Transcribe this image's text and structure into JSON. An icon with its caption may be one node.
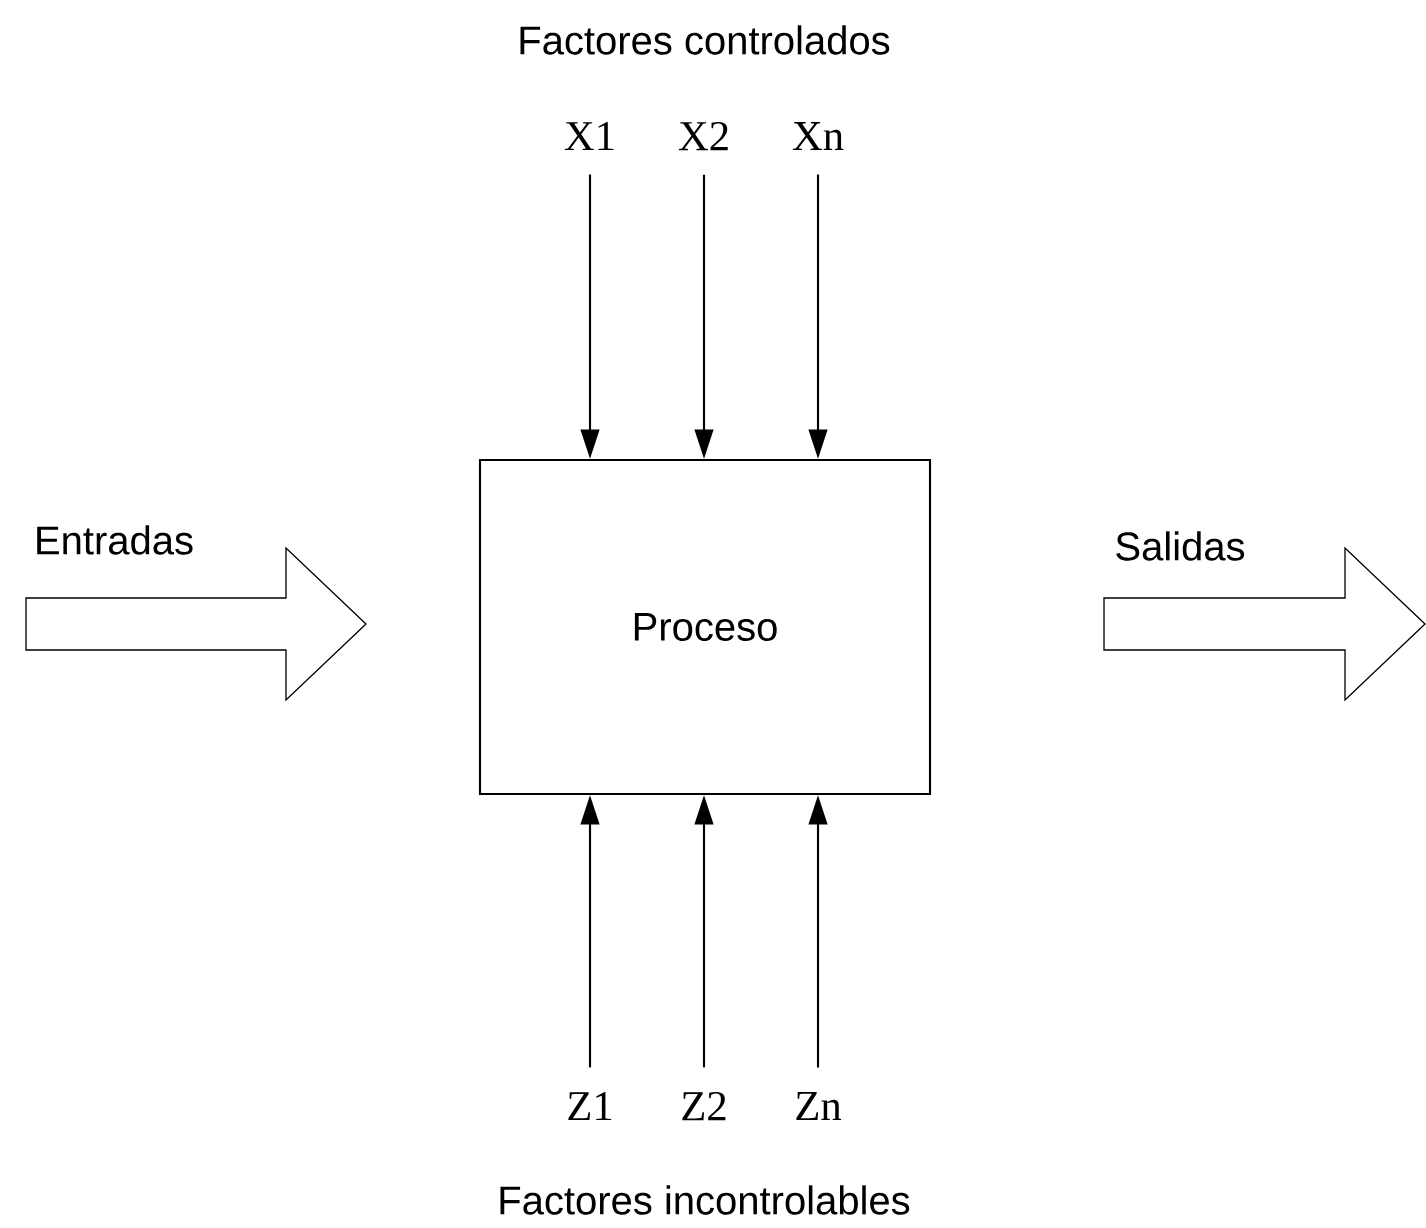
{
  "diagram": {
    "nodes": [
      {
        "text": [
          "Proceso"
        ]
      },
      {
        "text": [
          "X1"
        ]
      },
      {
        "text": [
          "X2"
        ]
      },
      {
        "text": [
          "Xn"
        ]
      },
      {
        "text": [
          "Z1"
        ]
      },
      {
        "text": [
          "Z2"
        ]
      },
      {
        "text": [
          "Zn"
        ]
      }
    ],
    "edges": [
      {
        "from": 1,
        "to": 0,
        "arrow": "to"
      },
      {
        "from": 2,
        "to": 0,
        "arrow": "to"
      },
      {
        "from": 3,
        "to": 0,
        "arrow": "to"
      },
      {
        "from": 4,
        "to": 0,
        "arrow": "to"
      },
      {
        "from": 5,
        "to": 0,
        "arrow": "to"
      },
      {
        "from": 6,
        "to": 0,
        "arrow": "to"
      }
    ],
    "labels": [
      "Factores controlados",
      "Entradas",
      "Salidas",
      "Factores incontrolables"
    ]
  }
}
